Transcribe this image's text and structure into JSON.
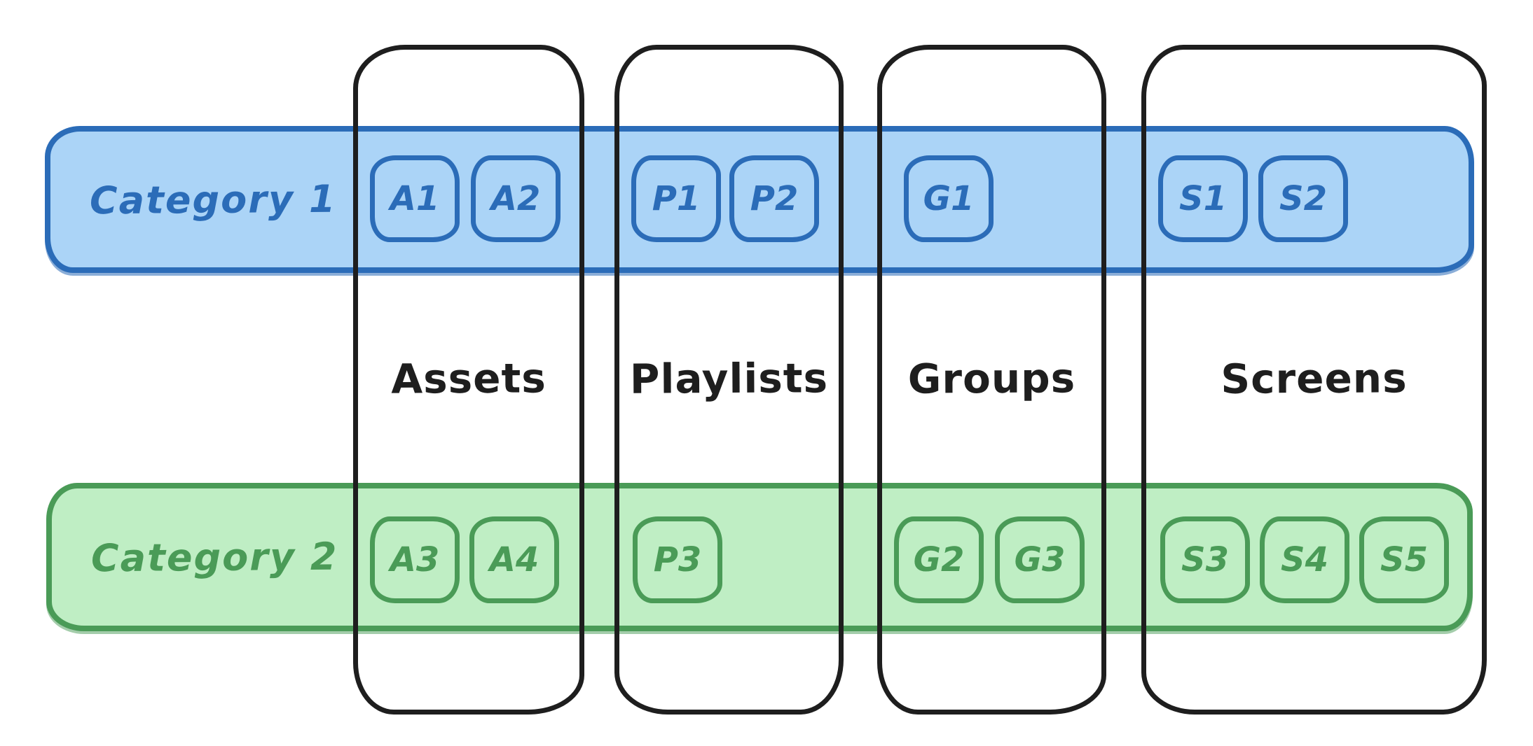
{
  "diagram": {
    "columns": [
      {
        "label": "Assets"
      },
      {
        "label": "Playlists"
      },
      {
        "label": "Groups"
      },
      {
        "label": "Screens"
      }
    ],
    "categories": [
      {
        "label": "Category 1",
        "stroke_color": "#2b6cb8",
        "fill_color": "#abd4f7"
      },
      {
        "label": "Category 2",
        "stroke_color": "#4a9b57",
        "fill_color": "#bfeec4"
      }
    ],
    "column_stroke_color": "#1e1e1e",
    "chips": [
      {
        "label": "A1",
        "column": "Assets",
        "category": "Category 1"
      },
      {
        "label": "A2",
        "column": "Assets",
        "category": "Category 1"
      },
      {
        "label": "P1",
        "column": "Playlists",
        "category": "Category 1"
      },
      {
        "label": "P2",
        "column": "Playlists",
        "category": "Category 1"
      },
      {
        "label": "G1",
        "column": "Groups",
        "category": "Category 1"
      },
      {
        "label": "S1",
        "column": "Screens",
        "category": "Category 1"
      },
      {
        "label": "S2",
        "column": "Screens",
        "category": "Category 1"
      },
      {
        "label": "A3",
        "column": "Assets",
        "category": "Category 2"
      },
      {
        "label": "A4",
        "column": "Assets",
        "category": "Category 2"
      },
      {
        "label": "P3",
        "column": "Playlists",
        "category": "Category 2"
      },
      {
        "label": "G2",
        "column": "Groups",
        "category": "Category 2"
      },
      {
        "label": "G3",
        "column": "Groups",
        "category": "Category 2"
      },
      {
        "label": "S3",
        "column": "Screens",
        "category": "Category 2"
      },
      {
        "label": "S4",
        "column": "Screens",
        "category": "Category 2"
      },
      {
        "label": "S5",
        "column": "Screens",
        "category": "Category 2"
      }
    ]
  }
}
